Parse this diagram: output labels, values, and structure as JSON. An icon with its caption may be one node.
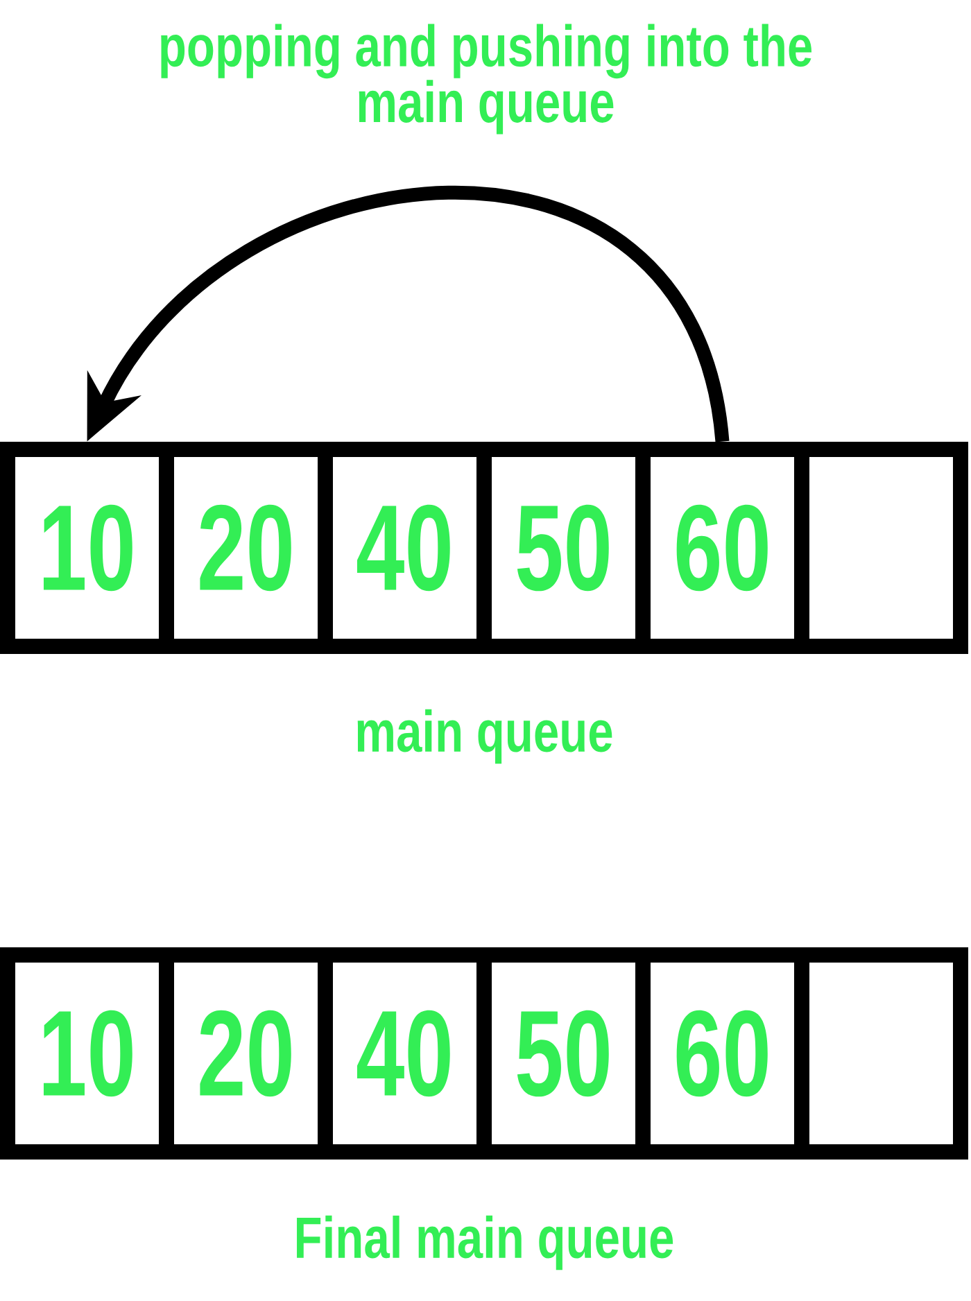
{
  "diagram": {
    "nodes": [
      {
        "text": [
          "10"
        ]
      },
      {
        "text": [
          "20"
        ]
      },
      {
        "text": [
          "40"
        ]
      },
      {
        "text": [
          "50"
        ]
      },
      {
        "text": [
          "60"
        ]
      },
      {
        "text": [],
        "shape": "box"
      },
      {
        "text": [
          "10"
        ]
      },
      {
        "text": [
          "20"
        ]
      },
      {
        "text": [
          "40"
        ]
      },
      {
        "text": [
          "50"
        ]
      },
      {
        "text": [
          "60"
        ]
      },
      {
        "text": [],
        "shape": "box"
      }
    ],
    "edges": [
      {
        "from": 4,
        "to": 0,
        "arrow": "to"
      }
    ],
    "labels": [
      "popping and pushing into the main queue",
      "main queue",
      "Final main queue"
    ]
  }
}
